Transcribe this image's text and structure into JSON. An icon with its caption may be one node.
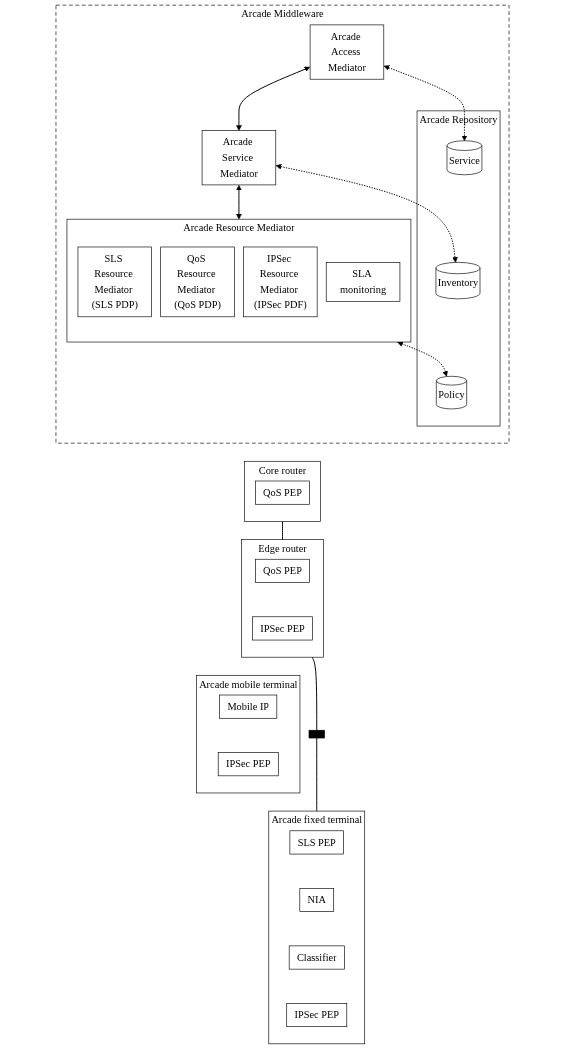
{
  "diagram": {
    "nodes": [
      {
        "text": [
          "Arcade Middleware"
        ]
      },
      {
        "text": [
          "Arcade Access Mediator"
        ],
        "in": 0
      },
      {
        "text": [
          "Arcade Service Mediator"
        ],
        "in": 0
      },
      {
        "text": [
          "Arcade Repository"
        ],
        "in": 0
      },
      {
        "text": [
          "Service"
        ],
        "in": 3
      },
      {
        "text": [
          "Inventory"
        ],
        "in": 3
      },
      {
        "text": [
          "Policy"
        ],
        "in": 3
      },
      {
        "text": [
          "Arcade Resource Mediator"
        ],
        "in": 0
      },
      {
        "text": [
          "SLS Resource Mediator (SLS PDP)"
        ],
        "in": 7
      },
      {
        "text": [
          "QoS Resource Mediator (QoS PDP)"
        ],
        "in": 7
      },
      {
        "text": [
          "IPSec Resource Mediator (IPSec PDF)"
        ],
        "in": 7
      },
      {
        "text": [
          "SLA monitoring"
        ],
        "in": 7
      },
      {
        "text": [
          "Core router"
        ]
      },
      {
        "text": [
          "QoS PEP"
        ],
        "in": 12
      },
      {
        "text": [
          "Edge router"
        ]
      },
      {
        "text": [
          "QoS PEP"
        ],
        "in": 14
      },
      {
        "text": [
          "IPSec PEP"
        ],
        "in": 14
      },
      {
        "text": [
          "Arcade fixed terminal"
        ]
      },
      {
        "text": [
          "SLS PEP"
        ],
        "in": 17
      },
      {
        "text": [
          "NIA"
        ],
        "in": 17
      },
      {
        "text": [
          "Classifier"
        ],
        "in": 17
      },
      {
        "text": [
          "IPSec PEP"
        ],
        "in": 17
      },
      {
        "text": [
          "Arcade mobile terminal"
        ]
      },
      {
        "text": [
          "Mobile IP"
        ],
        "in": 22
      },
      {
        "text": [
          "IPSec PEP"
        ],
        "in": 22
      },
      {
        "text": [],
        "shape": "bar"
      }
    ],
    "edges": [
      {
        "from": 1,
        "to": 2,
        "arrow": "both"
      },
      {
        "from": 2,
        "to": 7,
        "arrow": "both"
      },
      {
        "from": 1,
        "to": 4,
        "arrow": "both",
        "style": "dashed"
      },
      {
        "from": 2,
        "to": 5,
        "arrow": "both",
        "style": "dashed"
      },
      {
        "from": 7,
        "to": 6,
        "arrow": "both",
        "style": "dashed"
      },
      {
        "from": 12,
        "to": 14,
        "arrow": "none"
      },
      {
        "from": 14,
        "to": 25,
        "arrow": "none"
      },
      {
        "from": 25,
        "to": 17,
        "arrow": "none"
      }
    ]
  }
}
